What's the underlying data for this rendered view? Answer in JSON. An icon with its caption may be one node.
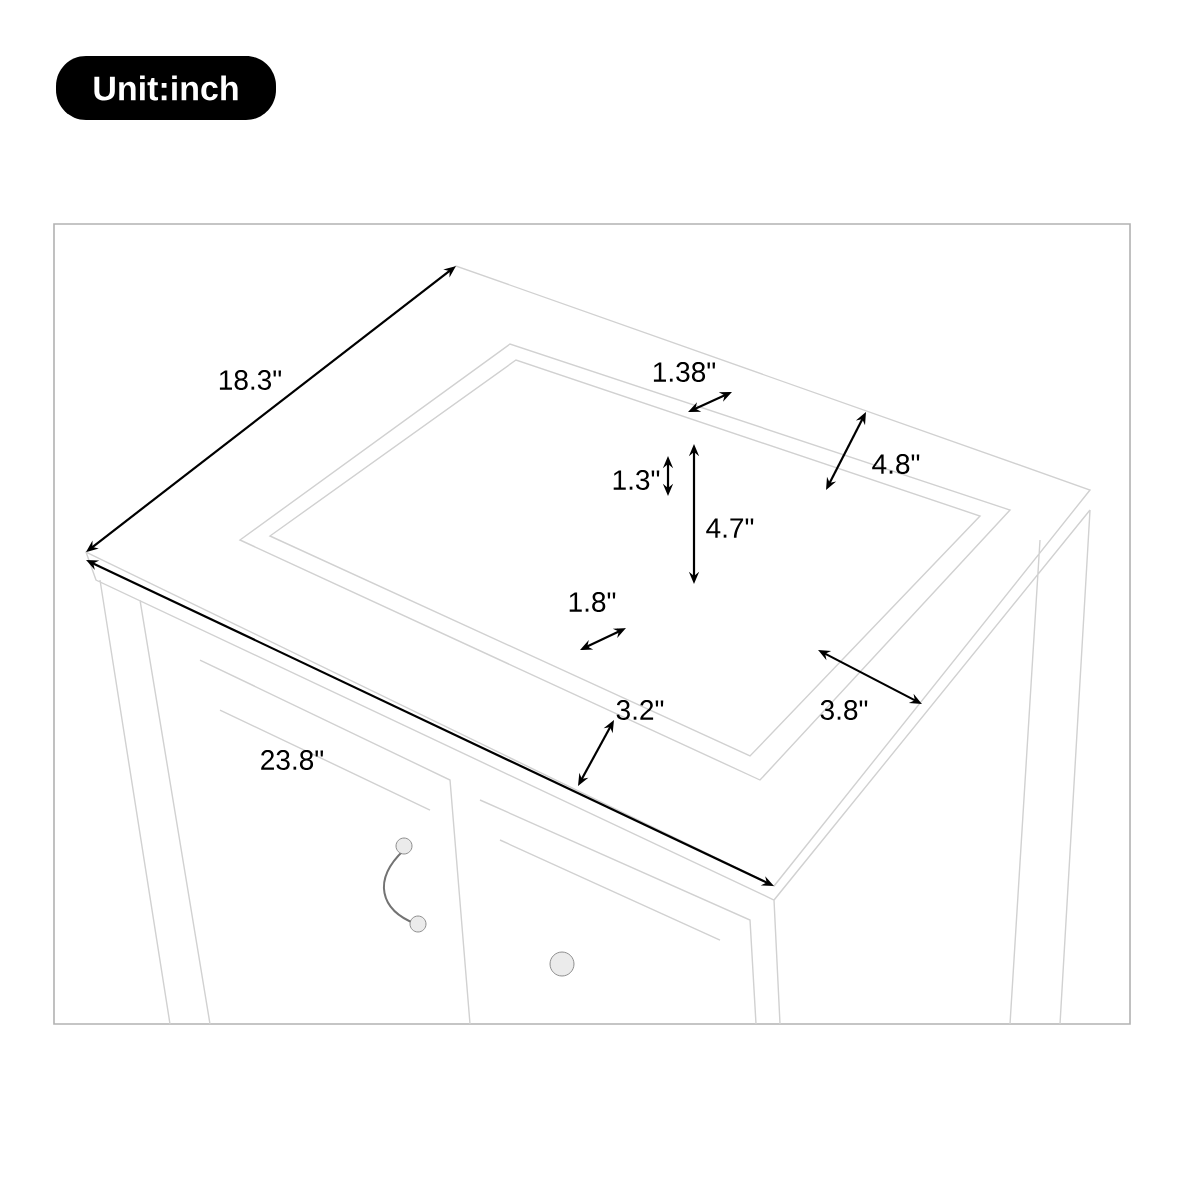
{
  "diagram": {
    "nodes": [
      {
        "text": [
          "Unit:inch"
        ]
      }
    ],
    "labels": [
      "18.3\"",
      "1.38\"",
      "1.3\"",
      "4.8\"",
      "4.7\"",
      "1.8\"",
      "3.8\"",
      "23.8\"",
      "3.2\""
    ]
  }
}
